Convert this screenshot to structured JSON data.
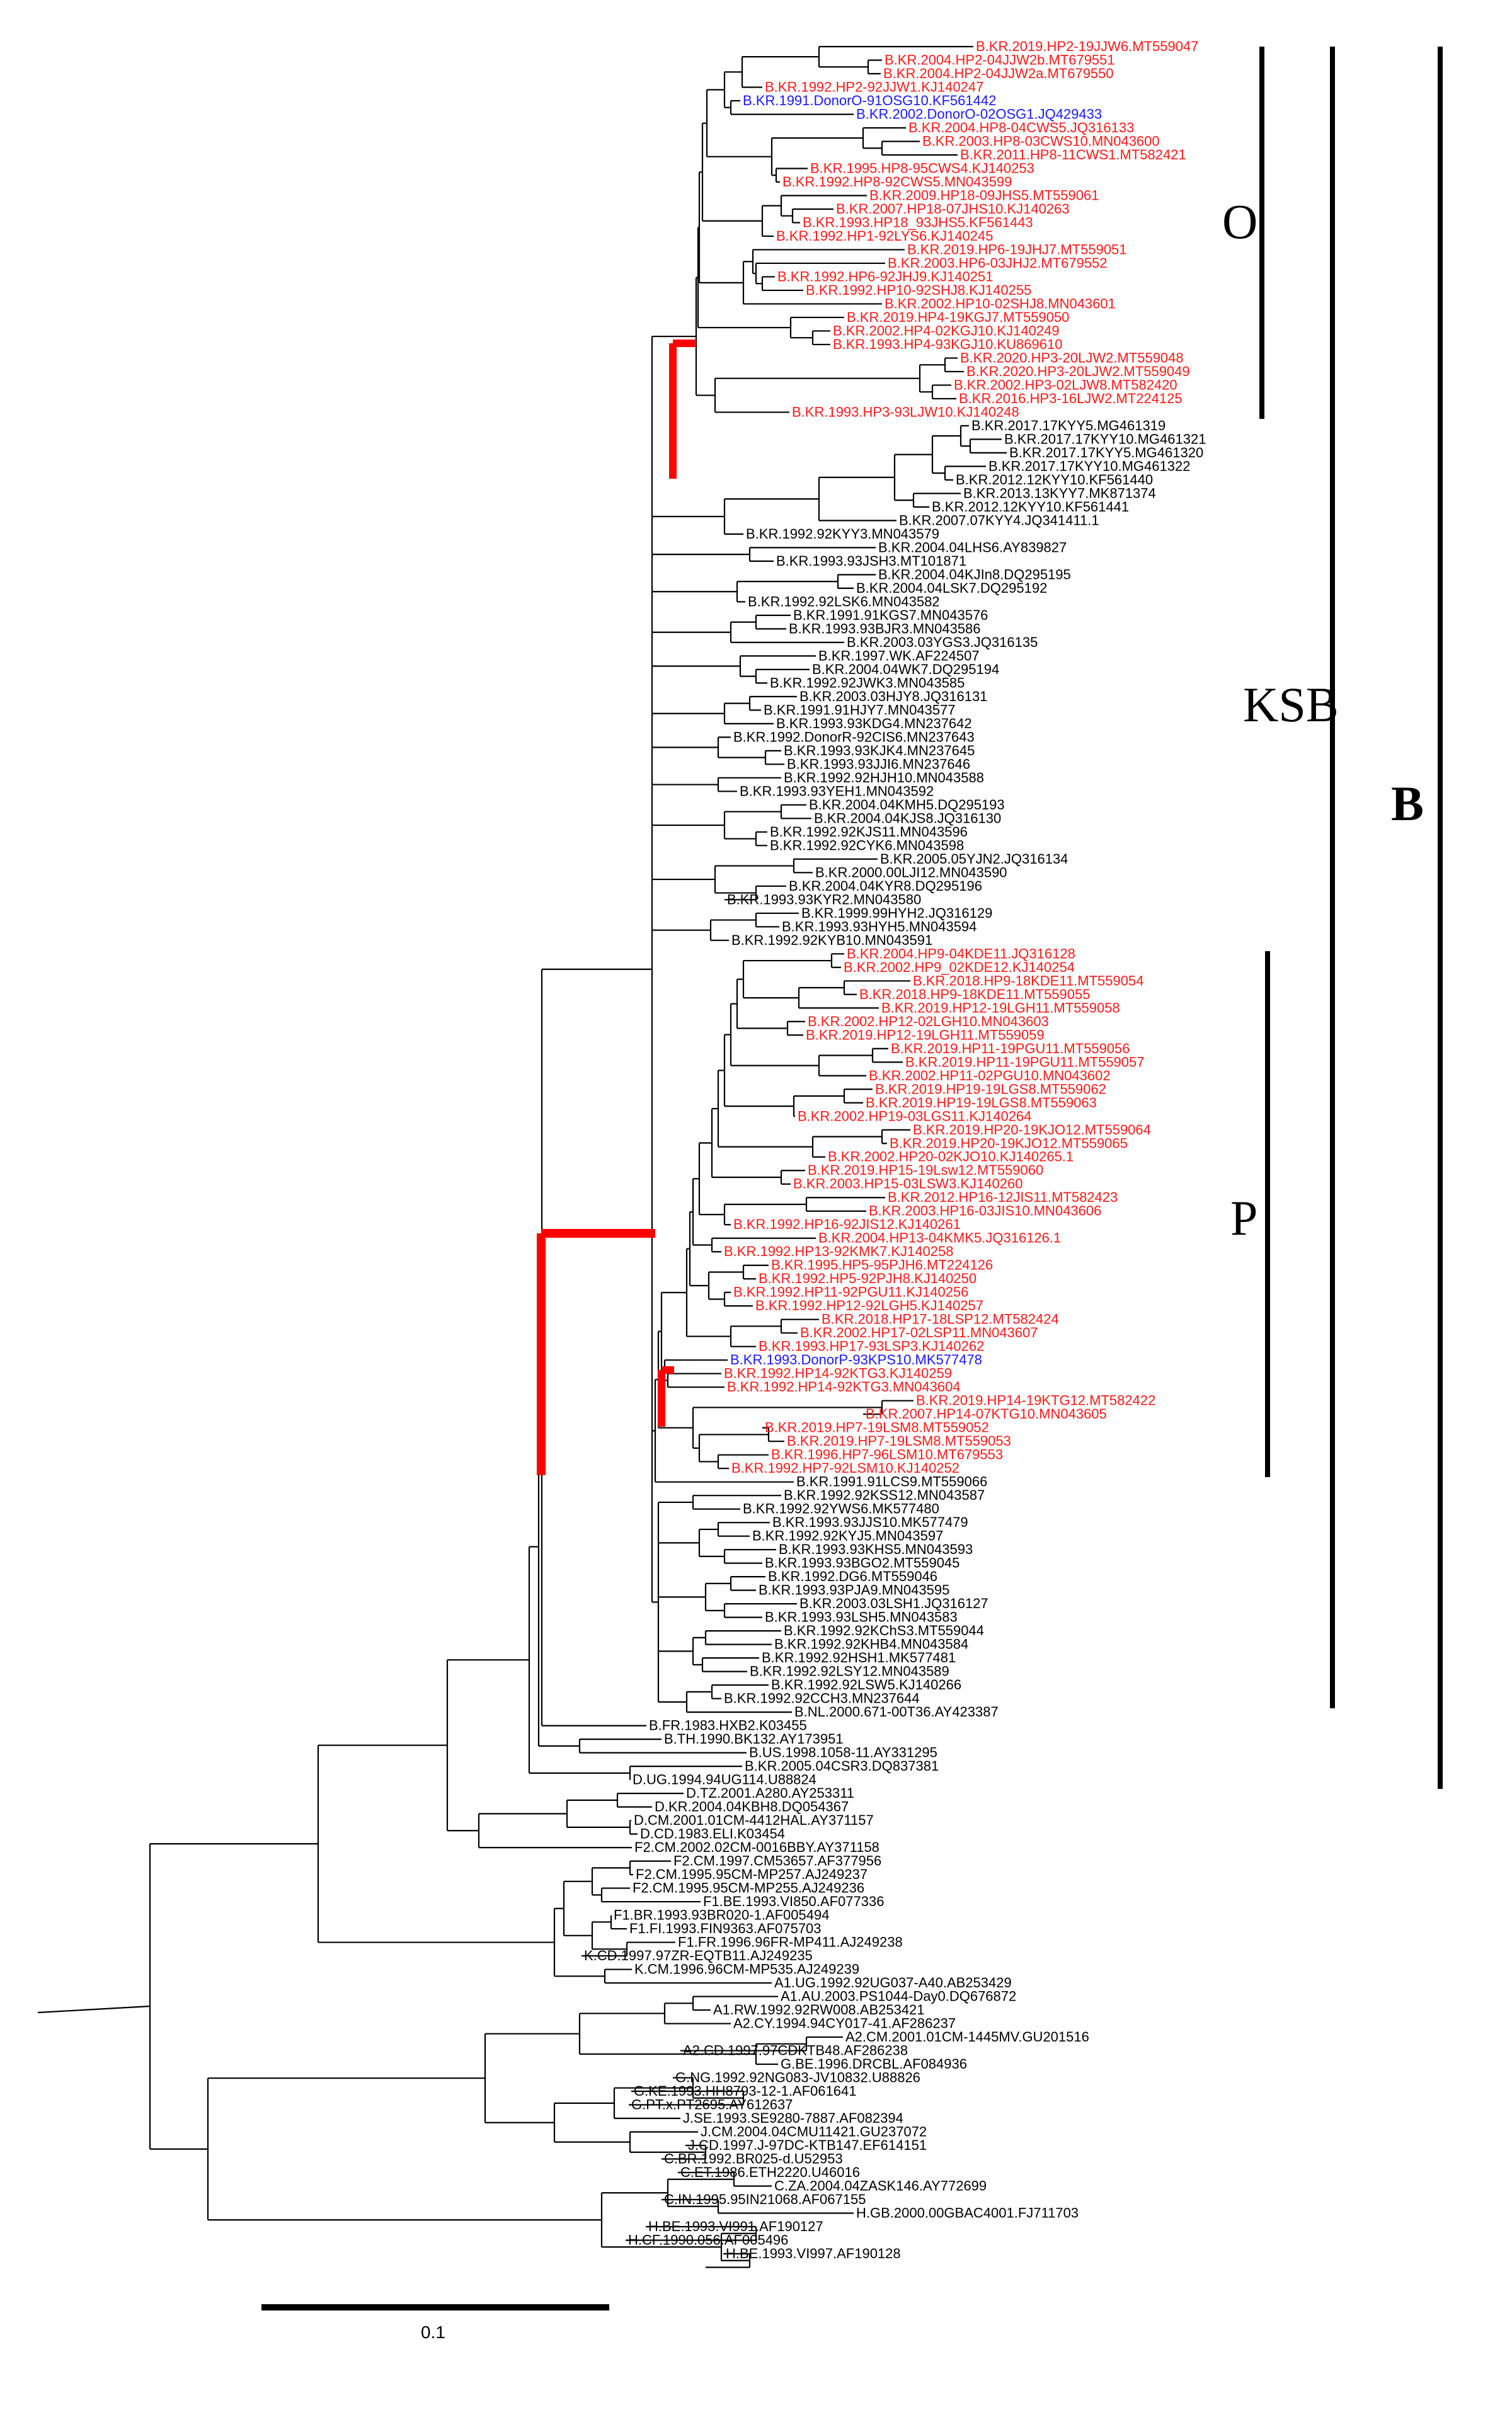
{
  "colors": {
    "black": "#000000",
    "red": "#ff1a1a",
    "blue": "#1a1aff",
    "highlight_branch": "#ff0000",
    "background": "#ffffff"
  },
  "clade_labels": {
    "o": "O",
    "ksb": "KSB",
    "p": "P",
    "b": "B"
  },
  "scale_bar": {
    "value": "0.1"
  },
  "leaves": [
    {
      "label": "B.KR.2019.HP2-19JJW6.MT559047",
      "color": "red"
    },
    {
      "label": "B.KR.2004.HP2-04JJW2b.MT679551",
      "color": "red"
    },
    {
      "label": "B.KR.2004.HP2-04JJW2a.MT679550",
      "color": "red"
    },
    {
      "label": "B.KR.1992.HP2-92JJW1.KJ140247",
      "color": "red"
    },
    {
      "label": "B.KR.1991.DonorO-91OSG10.KF561442",
      "color": "blue"
    },
    {
      "label": "B.KR.2002.DonorO-02OSG1.JQ429433",
      "color": "blue"
    },
    {
      "label": "B.KR.2004.HP8-04CWS5.JQ316133",
      "color": "red"
    },
    {
      "label": "B.KR.2003.HP8-03CWS10.MN043600",
      "color": "red"
    },
    {
      "label": "B.KR.2011.HP8-11CWS1.MT582421",
      "color": "red"
    },
    {
      "label": "B.KR.1995.HP8-95CWS4.KJ140253",
      "color": "red"
    },
    {
      "label": "B.KR.1992.HP8-92CWS5.MN043599",
      "color": "red"
    },
    {
      "label": "B.KR.2009.HP18-09JHS5.MT559061",
      "color": "red"
    },
    {
      "label": "B.KR.2007.HP18-07JHS10.KJ140263",
      "color": "red"
    },
    {
      "label": "B.KR.1993.HP18_93JHS5.KF561443",
      "color": "red"
    },
    {
      "label": "B.KR.1992.HP1-92LYS6.KJ140245",
      "color": "red"
    },
    {
      "label": "B.KR.2019.HP6-19JHJ7.MT559051",
      "color": "red"
    },
    {
      "label": "B.KR.2003.HP6-03JHJ2.MT679552",
      "color": "red"
    },
    {
      "label": "B.KR.1992.HP6-92JHJ9.KJ140251",
      "color": "red"
    },
    {
      "label": "B.KR.1992.HP10-92SHJ8.KJ140255",
      "color": "red"
    },
    {
      "label": "B.KR.2002.HP10-02SHJ8.MN043601",
      "color": "red"
    },
    {
      "label": "B.KR.2019.HP4-19KGJ7.MT559050",
      "color": "red"
    },
    {
      "label": "B.KR.2002.HP4-02KGJ10.KJ140249",
      "color": "red"
    },
    {
      "label": "B.KR.1993.HP4-93KGJ10.KU869610",
      "color": "red"
    },
    {
      "label": "B.KR.2020.HP3-20LJW2.MT559048",
      "color": "red"
    },
    {
      "label": "B.KR.2020.HP3-20LJW2.MT559049",
      "color": "red"
    },
    {
      "label": "B.KR.2002.HP3-02LJW8.MT582420",
      "color": "red"
    },
    {
      "label": "B.KR.2016.HP3-16LJW2.MT224125",
      "color": "red"
    },
    {
      "label": "B.KR.1993.HP3-93LJW10.KJ140248",
      "color": "red"
    },
    {
      "label": "B.KR.2017.17KYY5.MG461319",
      "color": "black"
    },
    {
      "label": "B.KR.2017.17KYY10.MG461321",
      "color": "black"
    },
    {
      "label": "B.KR.2017.17KYY5.MG461320",
      "color": "black"
    },
    {
      "label": "B.KR.2017.17KYY10.MG461322",
      "color": "black"
    },
    {
      "label": "B.KR.2012.12KYY10.KF561440",
      "color": "black"
    },
    {
      "label": "B.KR.2013.13KYY7.MK871374",
      "color": "black"
    },
    {
      "label": "B.KR.2012.12KYY10.KF561441",
      "color": "black"
    },
    {
      "label": "B.KR.2007.07KYY4.JQ341411.1",
      "color": "black"
    },
    {
      "label": "B.KR.1992.92KYY3.MN043579",
      "color": "black"
    },
    {
      "label": "B.KR.2004.04LHS6.AY839827",
      "color": "black"
    },
    {
      "label": "B.KR.1993.93JSH3.MT101871",
      "color": "black"
    },
    {
      "label": "B.KR.2004.04KJIn8.DQ295195",
      "color": "black"
    },
    {
      "label": "B.KR.2004.04LSK7.DQ295192",
      "color": "black"
    },
    {
      "label": "B.KR.1992.92LSK6.MN043582",
      "color": "black"
    },
    {
      "label": "B.KR.1991.91KGS7.MN043576",
      "color": "black"
    },
    {
      "label": "B.KR.1993.93BJR3.MN043586",
      "color": "black"
    },
    {
      "label": "B.KR.2003.03YGS3.JQ316135",
      "color": "black"
    },
    {
      "label": "B.KR.1997.WK.AF224507",
      "color": "black"
    },
    {
      "label": "B.KR.2004.04WK7.DQ295194",
      "color": "black"
    },
    {
      "label": "B.KR.1992.92JWK3.MN043585",
      "color": "black"
    },
    {
      "label": "B.KR.2003.03HJY8.JQ316131",
      "color": "black"
    },
    {
      "label": "B.KR.1991.91HJY7.MN043577",
      "color": "black"
    },
    {
      "label": "B.KR.1993.93KDG4.MN237642",
      "color": "black"
    },
    {
      "label": "B.KR.1992.DonorR-92CIS6.MN237643",
      "color": "black"
    },
    {
      "label": "B.KR.1993.93KJK4.MN237645",
      "color": "black"
    },
    {
      "label": "B.KR.1993.93JJI6.MN237646",
      "color": "black"
    },
    {
      "label": "B.KR.1992.92HJH10.MN043588",
      "color": "black"
    },
    {
      "label": "B.KR.1993.93YEH1.MN043592",
      "color": "black"
    },
    {
      "label": "B.KR.2004.04KMH5.DQ295193",
      "color": "black"
    },
    {
      "label": "B.KR.2004.04KJS8.JQ316130",
      "color": "black"
    },
    {
      "label": "B.KR.1992.92KJS11.MN043596",
      "color": "black"
    },
    {
      "label": "B.KR.1992.92CYK6.MN043598",
      "color": "black"
    },
    {
      "label": "B.KR.2005.05YJN2.JQ316134",
      "color": "black"
    },
    {
      "label": "B.KR.2000.00LJI12.MN043590",
      "color": "black"
    },
    {
      "label": "B.KR.2004.04KYR8.DQ295196",
      "color": "black"
    },
    {
      "label": "B.KR.1993.93KYR2.MN043580",
      "color": "black"
    },
    {
      "label": "B.KR.1999.99HYH2.JQ316129",
      "color": "black"
    },
    {
      "label": "B.KR.1993.93HYH5.MN043594",
      "color": "black"
    },
    {
      "label": "B.KR.1992.92KYB10.MN043591",
      "color": "black"
    },
    {
      "label": "B.KR.2004.HP9-04KDE11.JQ316128",
      "color": "red"
    },
    {
      "label": "B.KR.2002.HP9_02KDE12.KJ140254",
      "color": "red"
    },
    {
      "label": "B.KR.2018.HP9-18KDE11.MT559054",
      "color": "red"
    },
    {
      "label": "B.KR.2018.HP9-18KDE11.MT559055",
      "color": "red"
    },
    {
      "label": "B.KR.2019.HP12-19LGH11.MT559058",
      "color": "red"
    },
    {
      "label": "B.KR.2002.HP12-02LGH10.MN043603",
      "color": "red"
    },
    {
      "label": "B.KR.2019.HP12-19LGH11.MT559059",
      "color": "red"
    },
    {
      "label": "B.KR.2019.HP11-19PGU11.MT559056",
      "color": "red"
    },
    {
      "label": "B.KR.2019.HP11-19PGU11.MT559057",
      "color": "red"
    },
    {
      "label": "B.KR.2002.HP11-02PGU10.MN043602",
      "color": "red"
    },
    {
      "label": "B.KR.2019.HP19-19LGS8.MT559062",
      "color": "red"
    },
    {
      "label": "B.KR.2019.HP19-19LGS8.MT559063",
      "color": "red"
    },
    {
      "label": "B.KR.2002.HP19-03LGS11.KJ140264",
      "color": "red"
    },
    {
      "label": "B.KR.2019.HP20-19KJO12.MT559064",
      "color": "red"
    },
    {
      "label": "B.KR.2019.HP20-19KJO12.MT559065",
      "color": "red"
    },
    {
      "label": "B.KR.2002.HP20-02KJO10.KJ140265.1",
      "color": "red"
    },
    {
      "label": "B.KR.2019.HP15-19Lsw12.MT559060",
      "color": "red"
    },
    {
      "label": "B.KR.2003.HP15-03LSW3.KJ140260",
      "color": "red"
    },
    {
      "label": "B.KR.2012.HP16-12JIS11.MT582423",
      "color": "red"
    },
    {
      "label": "B.KR.2003.HP16-03JIS10.MN043606",
      "color": "red"
    },
    {
      "label": "B.KR.1992.HP16-92JIS12.KJ140261",
      "color": "red"
    },
    {
      "label": "B.KR.2004.HP13-04KMK5.JQ316126.1",
      "color": "red"
    },
    {
      "label": "B.KR.1992.HP13-92KMK7.KJ140258",
      "color": "red"
    },
    {
      "label": "B.KR.1995.HP5-95PJH6.MT224126",
      "color": "red"
    },
    {
      "label": "B.KR.1992.HP5-92PJH8.KJ140250",
      "color": "red"
    },
    {
      "label": "B.KR.1992.HP11-92PGU11.KJ140256",
      "color": "red"
    },
    {
      "label": "B.KR.1992.HP12-92LGH5.KJ140257",
      "color": "red"
    },
    {
      "label": "B.KR.2018.HP17-18LSP12.MT582424",
      "color": "red"
    },
    {
      "label": "B.KR.2002.HP17-02LSP11.MN043607",
      "color": "red"
    },
    {
      "label": "B.KR.1993.HP17-93LSP3.KJ140262",
      "color": "red"
    },
    {
      "label": "B.KR.1993.DonorP-93KPS10.MK577478",
      "color": "blue"
    },
    {
      "label": "B.KR.1992.HP14-92KTG3.KJ140259",
      "color": "red"
    },
    {
      "label": "B.KR.1992.HP14-92KTG3.MN043604",
      "color": "red"
    },
    {
      "label": "B.KR.2019.HP14-19KTG12.MT582422",
      "color": "red"
    },
    {
      "label": "B.KR.2007.HP14-07KTG10.MN043605",
      "color": "red"
    },
    {
      "label": "B.KR.2019.HP7-19LSM8.MT559052",
      "color": "red"
    },
    {
      "label": "B.KR.2019.HP7-19LSM8.MT559053",
      "color": "red"
    },
    {
      "label": "B.KR.1996.HP7-96LSM10.MT679553",
      "color": "red"
    },
    {
      "label": "B.KR.1992.HP7-92LSM10.KJ140252",
      "color": "red"
    },
    {
      "label": "B.KR.1991.91LCS9.MT559066",
      "color": "black"
    },
    {
      "label": "B.KR.1992.92KSS12.MN043587",
      "color": "black"
    },
    {
      "label": "B.KR.1992.92YWS6.MK577480",
      "color": "black"
    },
    {
      "label": "B.KR.1993.93JJS10.MK577479",
      "color": "black"
    },
    {
      "label": "B.KR.1992.92KYJ5.MN043597",
      "color": "black"
    },
    {
      "label": "B.KR.1993.93KHS5.MN043593",
      "color": "black"
    },
    {
      "label": "B.KR.1993.93BGO2.MT559045",
      "color": "black"
    },
    {
      "label": "B.KR.1992.DG6.MT559046",
      "color": "black"
    },
    {
      "label": "B.KR.1993.93PJA9.MN043595",
      "color": "black"
    },
    {
      "label": "B.KR.2003.03LSH1.JQ316127",
      "color": "black"
    },
    {
      "label": "B.KR.1993.93LSH5.MN043583",
      "color": "black"
    },
    {
      "label": "B.KR.1992.92KChS3.MT559044",
      "color": "black"
    },
    {
      "label": "B.KR.1992.92KHB4.MN043584",
      "color": "black"
    },
    {
      "label": "B.KR.1992.92HSH1.MK577481",
      "color": "black"
    },
    {
      "label": "B.KR.1992.92LSY12.MN043589",
      "color": "black"
    },
    {
      "label": "B.KR.1992.92LSW5.KJ140266",
      "color": "black"
    },
    {
      "label": "B.KR.1992.92CCH3.MN237644",
      "color": "black"
    },
    {
      "label": "B.NL.2000.671-00T36.AY423387",
      "color": "black"
    },
    {
      "label": "B.FR.1983.HXB2.K03455",
      "color": "black"
    },
    {
      "label": "B.TH.1990.BK132.AY173951",
      "color": "black"
    },
    {
      "label": "B.US.1998.1058-11.AY331295",
      "color": "black"
    },
    {
      "label": "B.KR.2005.04CSR3.DQ837381",
      "color": "black"
    },
    {
      "label": "D.UG.1994.94UG114.U88824",
      "color": "black"
    },
    {
      "label": "D.TZ.2001.A280.AY253311",
      "color": "black"
    },
    {
      "label": "D.KR.2004.04KBH8.DQ054367",
      "color": "black"
    },
    {
      "label": "D.CM.2001.01CM-4412HAL.AY371157",
      "color": "black"
    },
    {
      "label": "D.CD.1983.ELI.K03454",
      "color": "black"
    },
    {
      "label": "F2.CM.2002.02CM-0016BBY.AY371158",
      "color": "black"
    },
    {
      "label": "F2.CM.1997.CM53657.AF377956",
      "color": "black"
    },
    {
      "label": "F2.CM.1995.95CM-MP257.AJ249237",
      "color": "black"
    },
    {
      "label": "F2.CM.1995.95CM-MP255.AJ249236",
      "color": "black"
    },
    {
      "label": "F1.BE.1993.VI850.AF077336",
      "color": "black"
    },
    {
      "label": "F1.BR.1993.93BR020-1.AF005494",
      "color": "black"
    },
    {
      "label": "F1.FI.1993.FIN9363.AF075703",
      "color": "black"
    },
    {
      "label": "F1.FR.1996.96FR-MP411.AJ249238",
      "color": "black"
    },
    {
      "label": "K.CD.1997.97ZR-EQTB11.AJ249235",
      "color": "black"
    },
    {
      "label": "K.CM.1996.96CM-MP535.AJ249239",
      "color": "black"
    },
    {
      "label": "A1.UG.1992.92UG037-A40.AB253429",
      "color": "black"
    },
    {
      "label": "A1.AU.2003.PS1044-Day0.DQ676872",
      "color": "black"
    },
    {
      "label": "A1.RW.1992.92RW008.AB253421",
      "color": "black"
    },
    {
      "label": "A2.CY.1994.94CY017-41.AF286237",
      "color": "black"
    },
    {
      "label": "A2.CM.2001.01CM-1445MV.GU201516",
      "color": "black"
    },
    {
      "label": "A2.CD.1997.97CDKTB48.AF286238",
      "color": "black"
    },
    {
      "label": "G.BE.1996.DRCBL.AF084936",
      "color": "black"
    },
    {
      "label": "G.NG.1992.92NG083-JV10832.U88826",
      "color": "black"
    },
    {
      "label": "G.KE.1993.HH8793-12-1.AF061641",
      "color": "black"
    },
    {
      "label": "G.PT.x.PT2695.AY612637",
      "color": "black"
    },
    {
      "label": "J.SE.1993.SE9280-7887.AF082394",
      "color": "black"
    },
    {
      "label": "J.CM.2004.04CMU11421.GU237072",
      "color": "black"
    },
    {
      "label": "J.CD.1997.J-97DC-KTB147.EF614151",
      "color": "black"
    },
    {
      "label": "C.BR.1992.BR025-d.U52953",
      "color": "black"
    },
    {
      "label": "C.ET.1986.ETH2220.U46016",
      "color": "black"
    },
    {
      "label": "C.ZA.2004.04ZASK146.AY772699",
      "color": "black"
    },
    {
      "label": "C.IN.1995.95IN21068.AF067155",
      "color": "black"
    },
    {
      "label": "H.GB.2000.00GBAC4001.FJ711703",
      "color": "black"
    },
    {
      "label": "H.BE.1993.VI991.AF190127",
      "color": "black"
    },
    {
      "label": "H.CF.1990.056.AF005496",
      "color": "black"
    },
    {
      "label": "H.BE.1993.VI997.AF190128",
      "color": "black"
    }
  ]
}
